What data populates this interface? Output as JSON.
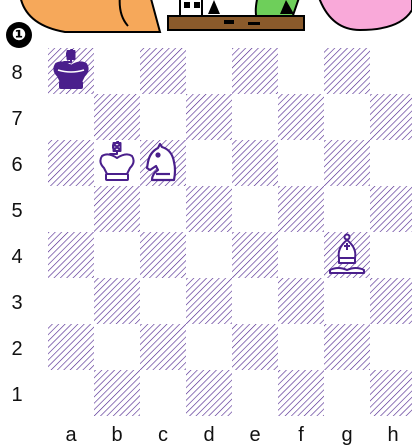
{
  "puzzle": {
    "number": "❶"
  },
  "ranks": [
    "8",
    "7",
    "6",
    "5",
    "4",
    "3",
    "2",
    "1"
  ],
  "files": [
    "a",
    "b",
    "c",
    "d",
    "e",
    "f",
    "g",
    "h"
  ],
  "colors": {
    "piece_purple": "#4a1f8c",
    "hatch": "#4a1f8c",
    "orange": "#f6a85a",
    "green": "#6ecf5a",
    "pink": "#f9a9d9"
  },
  "pieces": [
    {
      "square": "a8",
      "type": "king",
      "color": "black",
      "name": "black-king-a8"
    },
    {
      "square": "b6",
      "type": "king",
      "color": "white",
      "name": "white-king-b6"
    },
    {
      "square": "c6",
      "type": "knight",
      "color": "white",
      "name": "white-knight-c6"
    },
    {
      "square": "g4",
      "type": "bishop",
      "color": "white",
      "name": "white-bishop-g4"
    }
  ]
}
